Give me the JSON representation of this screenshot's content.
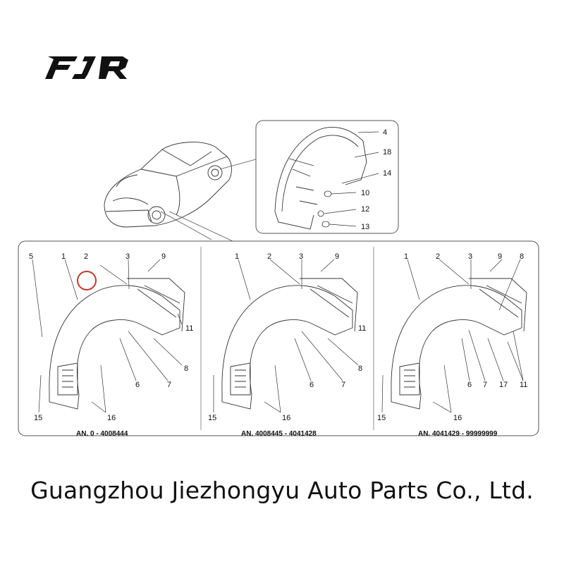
{
  "brand": {
    "logo_text": "FJR",
    "company_name": "Guangzhou Jiezhongyu Auto Parts Co., Ltd."
  },
  "diagram": {
    "highlight_color": "#c0392b",
    "detail_callouts": [
      "4",
      "18",
      "14",
      "10",
      "12",
      "13"
    ],
    "panels": [
      {
        "title": "AN. 0 - 4008444",
        "callouts": [
          "5",
          "1",
          "2",
          "3",
          "9",
          "11",
          "8",
          "6",
          "7",
          "15",
          "16"
        ],
        "highlighted": "2"
      },
      {
        "title": "AN. 4008445 - 4041428",
        "callouts": [
          "1",
          "2",
          "3",
          "9",
          "11",
          "8",
          "6",
          "7",
          "15",
          "16"
        ]
      },
      {
        "title": "AN. 4041429 - 99999999",
        "callouts": [
          "1",
          "2",
          "3",
          "9",
          "8",
          "6",
          "7",
          "17",
          "11",
          "15",
          "16"
        ]
      }
    ]
  }
}
